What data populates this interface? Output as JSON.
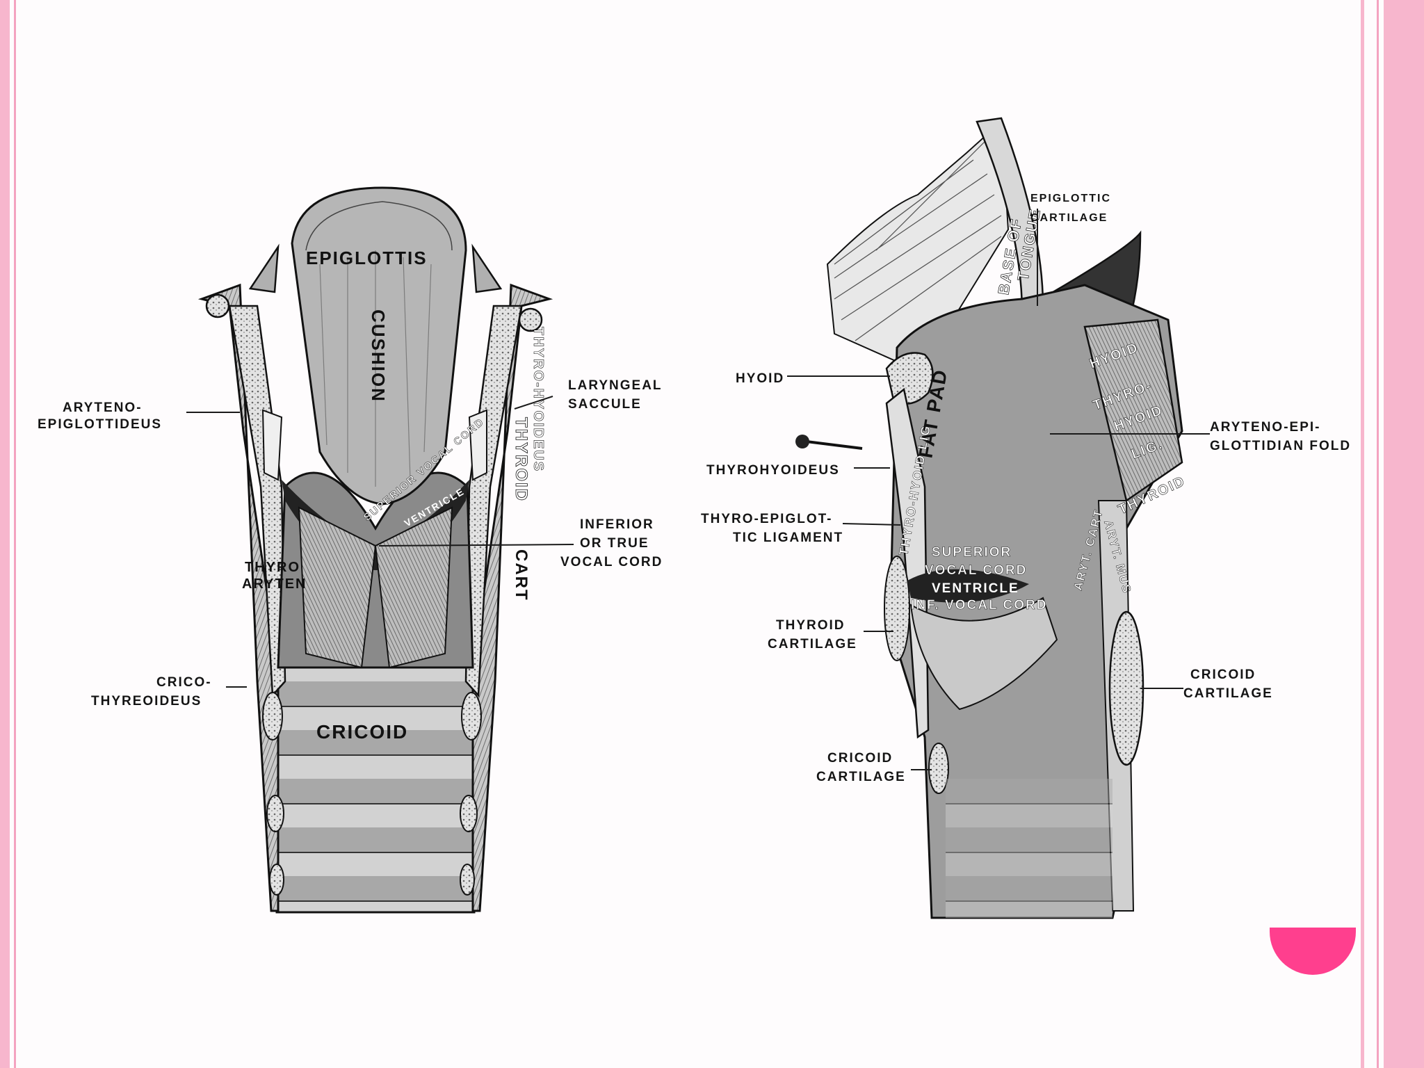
{
  "colors": {
    "background": "#fefcfd",
    "frame_pink": "#f7b6cd",
    "frame_line": "#f4a3c0",
    "accent": "#ff3f8e",
    "ink": "#141414"
  },
  "left_figure": {
    "internal_labels": {
      "epiglottis": "EPIGLOTTIS",
      "cushion": "CUSHION",
      "thyro_hyoideus": "THYRO-HYOIDEUS",
      "thyroid": "THYROID",
      "cart": "CART",
      "superior_vocal_cord": "SUPERIOR VOCAL CORD",
      "ventricle": "VENTRICLE",
      "thyro": "THYRO",
      "aryten": "ARYTEN",
      "cricoid": "CRICOID"
    },
    "callouts": {
      "aryteno_1": "ARYTENO-",
      "aryteno_2": "EPIGLOTTIDEUS",
      "laryngeal_1": "LARYNGEAL",
      "laryngeal_2": "SACCULE",
      "inferior_1": "INFERIOR",
      "inferior_2": "OR TRUE",
      "inferior_3": "VOCAL CORD",
      "crico_1": "CRICO-",
      "crico_2": "THYREOIDEUS"
    }
  },
  "right_figure": {
    "internal_labels": {
      "base_of": "BASE OF",
      "tongue": "TONGUE",
      "fat_pad": "FAT PAD",
      "thyro_hyoid_lig": "THYRO-HYOID LIG",
      "hyoid": "HYOID",
      "thyro": "THYRO-",
      "hyoid_2": "HYOID",
      "lig": "LIG.",
      "thyroid": "THYROID",
      "superior": "SUPERIOR",
      "vocal_cord": "VOCAL CORD",
      "ventricle": "VENTRICLE",
      "inf_vocal_cord": "INF. VOCAL CORD",
      "aryt_cart": "ARYT. CART",
      "aryt_mus": "ARYT. MUS"
    },
    "callouts": {
      "epiglottic_1": "EPIGLOTTIC",
      "epiglottic_2": "CARTILAGE",
      "hyoid": "HYOID",
      "thyrohyoideus": "THYROHYOIDEUS",
      "thyro_epiglot_1": "THYRO-EPIGLOT-",
      "thyro_epiglot_2": "TIC LIGAMENT",
      "thyroid_cart_1": "THYROID",
      "thyroid_cart_2": "CARTILAGE",
      "cricoid_low_1": "CRICOID",
      "cricoid_low_2": "CARTILAGE",
      "aryteno_epi_1": "ARYTENO-EPI-",
      "aryteno_epi_2": "GLOTTIDIAN FOLD",
      "cricoid_right_1": "CRICOID",
      "cricoid_right_2": "CARTILAGE"
    }
  }
}
